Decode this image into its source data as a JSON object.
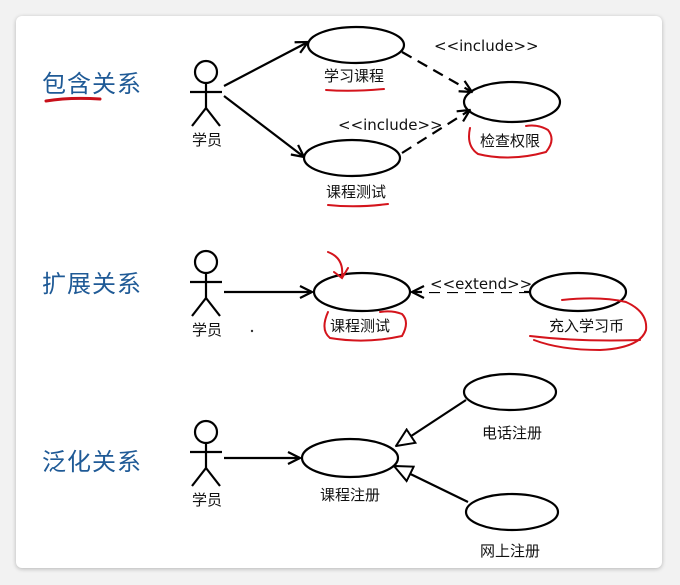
{
  "sections": {
    "include": {
      "title": "包含关系",
      "actor": "学员",
      "use_case_1": "学习课程",
      "use_case_2": "课程测试",
      "use_case_3": "检查权限",
      "stereotype_1": "<<include>>",
      "stereotype_2": "<<include>>"
    },
    "extend": {
      "title": "扩展关系",
      "actor": "学员",
      "use_case_base": "课程测试",
      "use_case_ext": "充入学习币",
      "stereotype": "<<extend>>"
    },
    "generalize": {
      "title": "泛化关系",
      "actor": "学员",
      "use_case_parent": "课程注册",
      "use_case_child_1": "电话注册",
      "use_case_child_2": "网上注册"
    }
  },
  "colors": {
    "title": "#1f5a96",
    "annotation": "#d4141c"
  }
}
